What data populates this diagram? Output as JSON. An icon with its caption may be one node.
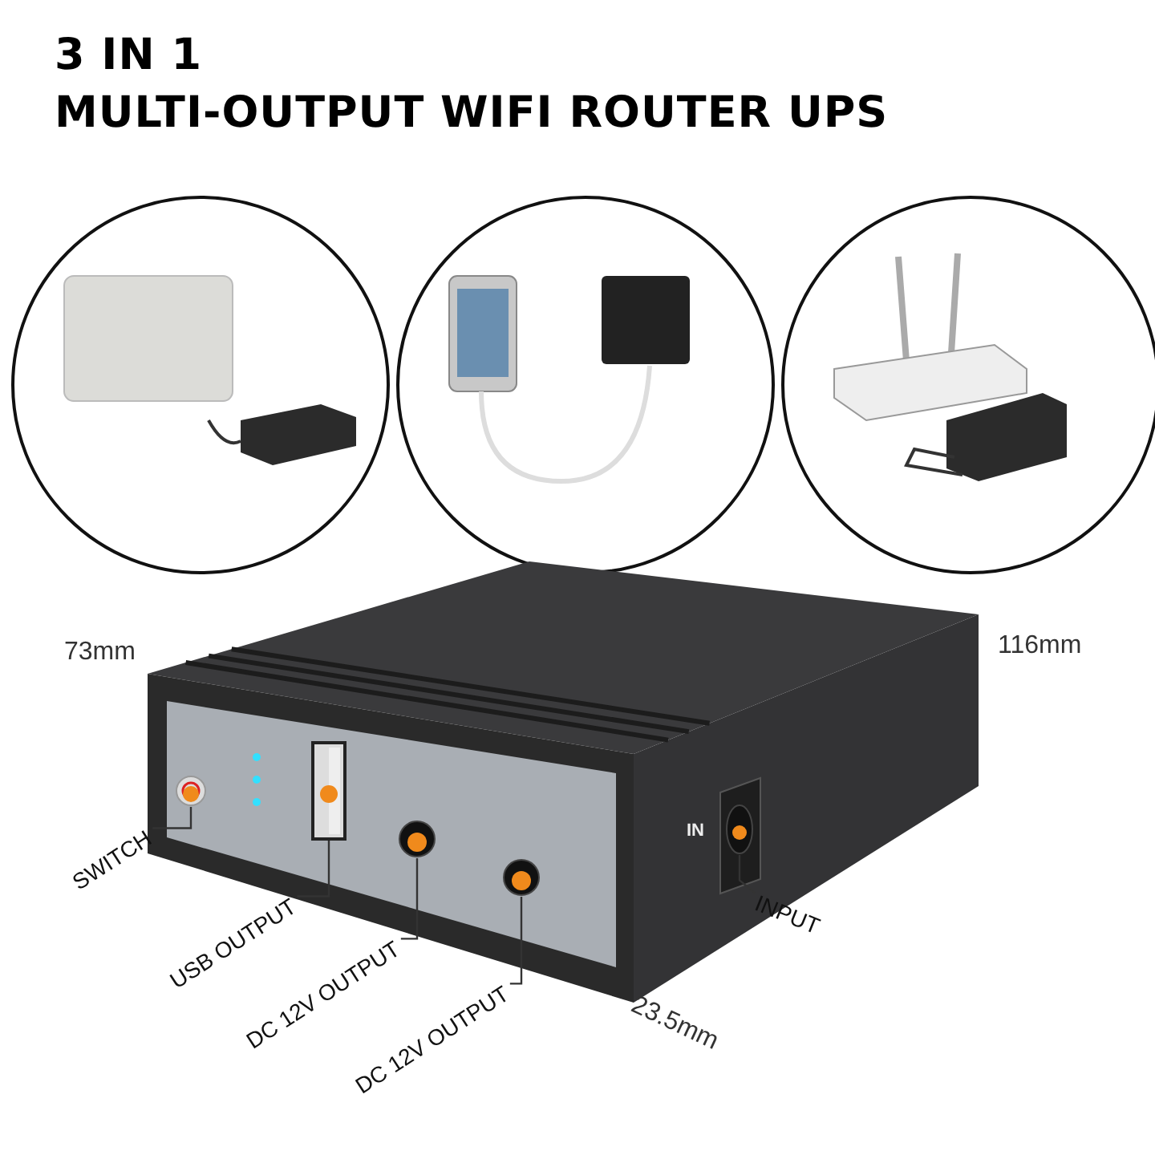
{
  "diagram": {
    "title": "3 IN 1",
    "nodes": [
      {
        "text": [
          "SWITCH"
        ]
      },
      {
        "text": [
          "USB OUTPUT"
        ]
      },
      {
        "text": [
          "DC 12V OUTPUT"
        ]
      },
      {
        "text": [
          "DC 12V OUTPUT"
        ]
      },
      {
        "text": [
          "INPUT"
        ]
      },
      {
        "text": [],
        "shape": "circle"
      },
      {
        "text": [],
        "shape": "box"
      },
      {
        "text": [],
        "shape": "circle"
      },
      {
        "text": [],
        "shape": "circle"
      },
      {
        "text": [],
        "shape": "circle"
      }
    ],
    "edges": [
      {
        "from": 0,
        "to": 5,
        "arrow": "none"
      },
      {
        "from": 1,
        "to": 6,
        "arrow": "none"
      },
      {
        "from": 2,
        "to": 7,
        "arrow": "none"
      },
      {
        "from": 3,
        "to": 8,
        "arrow": "none"
      },
      {
        "from": 4,
        "to": 9,
        "arrow": "none"
      }
    ],
    "labels": [
      "MULTI-OUTPUT WIFI ROUTER UPS",
      "73mm",
      "116mm",
      "IN",
      "23.5mm"
    ]
  }
}
